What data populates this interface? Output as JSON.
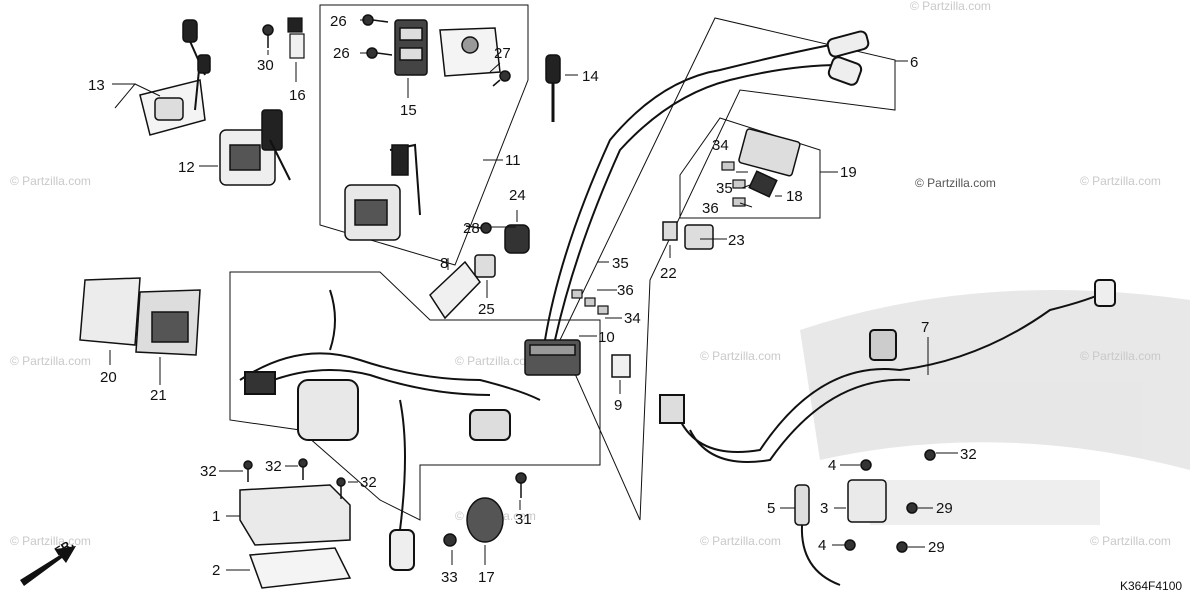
{
  "diagram": {
    "code": "K364F4100",
    "front_label": "FR.",
    "watermark": "© Partzilla.com",
    "parts": [
      "1",
      "2",
      "3",
      "4",
      "5",
      "6",
      "7",
      "8",
      "9",
      "10",
      "11",
      "12",
      "13",
      "14",
      "15",
      "16",
      "17",
      "18",
      "19",
      "20",
      "21",
      "22",
      "23",
      "24",
      "25",
      "26",
      "27",
      "28",
      "29",
      "30",
      "31",
      "32",
      "33",
      "34",
      "35",
      "36"
    ]
  }
}
